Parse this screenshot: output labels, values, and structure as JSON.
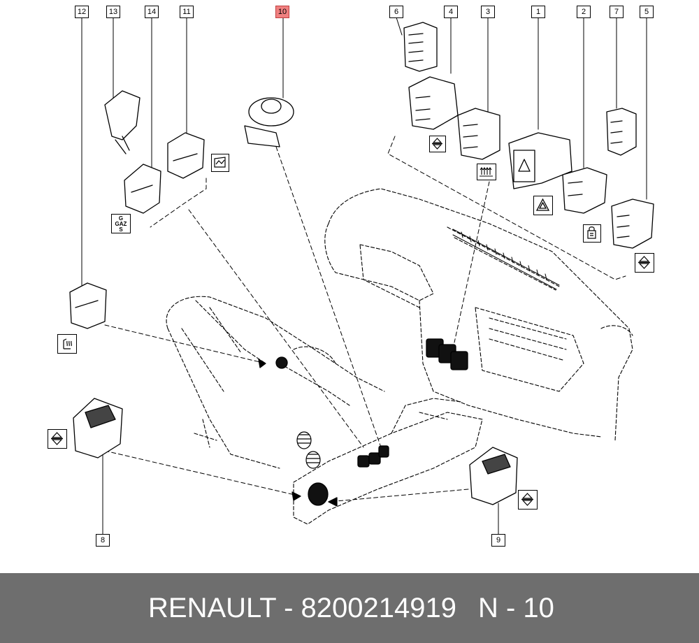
{
  "callouts": [
    {
      "id": "c1",
      "label": "1"
    },
    {
      "id": "c2",
      "label": "2"
    },
    {
      "id": "c3",
      "label": "3"
    },
    {
      "id": "c4",
      "label": "4"
    },
    {
      "id": "c5",
      "label": "5"
    },
    {
      "id": "c6",
      "label": "6"
    },
    {
      "id": "c7",
      "label": "7"
    },
    {
      "id": "c8",
      "label": "8"
    },
    {
      "id": "c9",
      "label": "9"
    },
    {
      "id": "c10",
      "label": "10",
      "highlighted": true
    },
    {
      "id": "c11",
      "label": "11"
    },
    {
      "id": "c12",
      "label": "12"
    },
    {
      "id": "c13",
      "label": "13"
    },
    {
      "id": "c14",
      "label": "14"
    }
  ],
  "gaz_symbol": {
    "line1": "G",
    "line2": "GAZ",
    "line3": "S"
  },
  "footer": {
    "reference": "RENAULT - 8200214919",
    "page": "N - 10"
  },
  "colors": {
    "footer_bg": "#6e6e6e",
    "highlight": "#f08080",
    "line": "#000000"
  }
}
